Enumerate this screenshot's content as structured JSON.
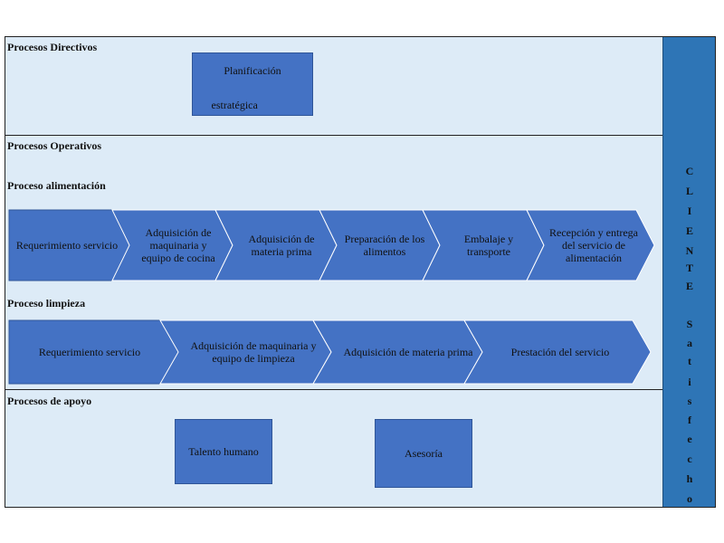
{
  "sections": {
    "directivos": {
      "title": "Procesos Directivos",
      "box_line1": "Planificación",
      "box_line2": "estratégica"
    },
    "operativos": {
      "title": "Procesos Operativos"
    },
    "alimentacion": {
      "title": "Proceso alimentación",
      "steps": [
        "Requerimiento  servicio",
        "Adquisición  de maquinaria  y equipo de cocina",
        "Adquisición  de materia  prima",
        "Preparación  de los alimentos",
        "Embalaje  y transporte",
        "Recepción  y entrega del servicio  de alimentación"
      ]
    },
    "limpieza": {
      "title": "Proceso limpieza",
      "steps": [
        "Requerimiento  servicio",
        "Adquisición  de maquinaria  y equipo de limpieza",
        "Adquisición  de materia prima",
        "Prestación  del servicio"
      ]
    },
    "apoyo": {
      "title": "Procesos de apoyo",
      "box1": "Talento  humano",
      "box2": "Asesoría"
    }
  },
  "client_column": {
    "letters": [
      "C",
      "L",
      "I",
      "E",
      "N",
      "T",
      "E",
      "",
      "S",
      "a",
      "t",
      "i",
      "s",
      "f",
      "e",
      "c",
      "h",
      "o"
    ]
  },
  "colors": {
    "background": "#ddebf7",
    "process_fill": "#4472c4",
    "client_fill": "#2e75b6"
  }
}
